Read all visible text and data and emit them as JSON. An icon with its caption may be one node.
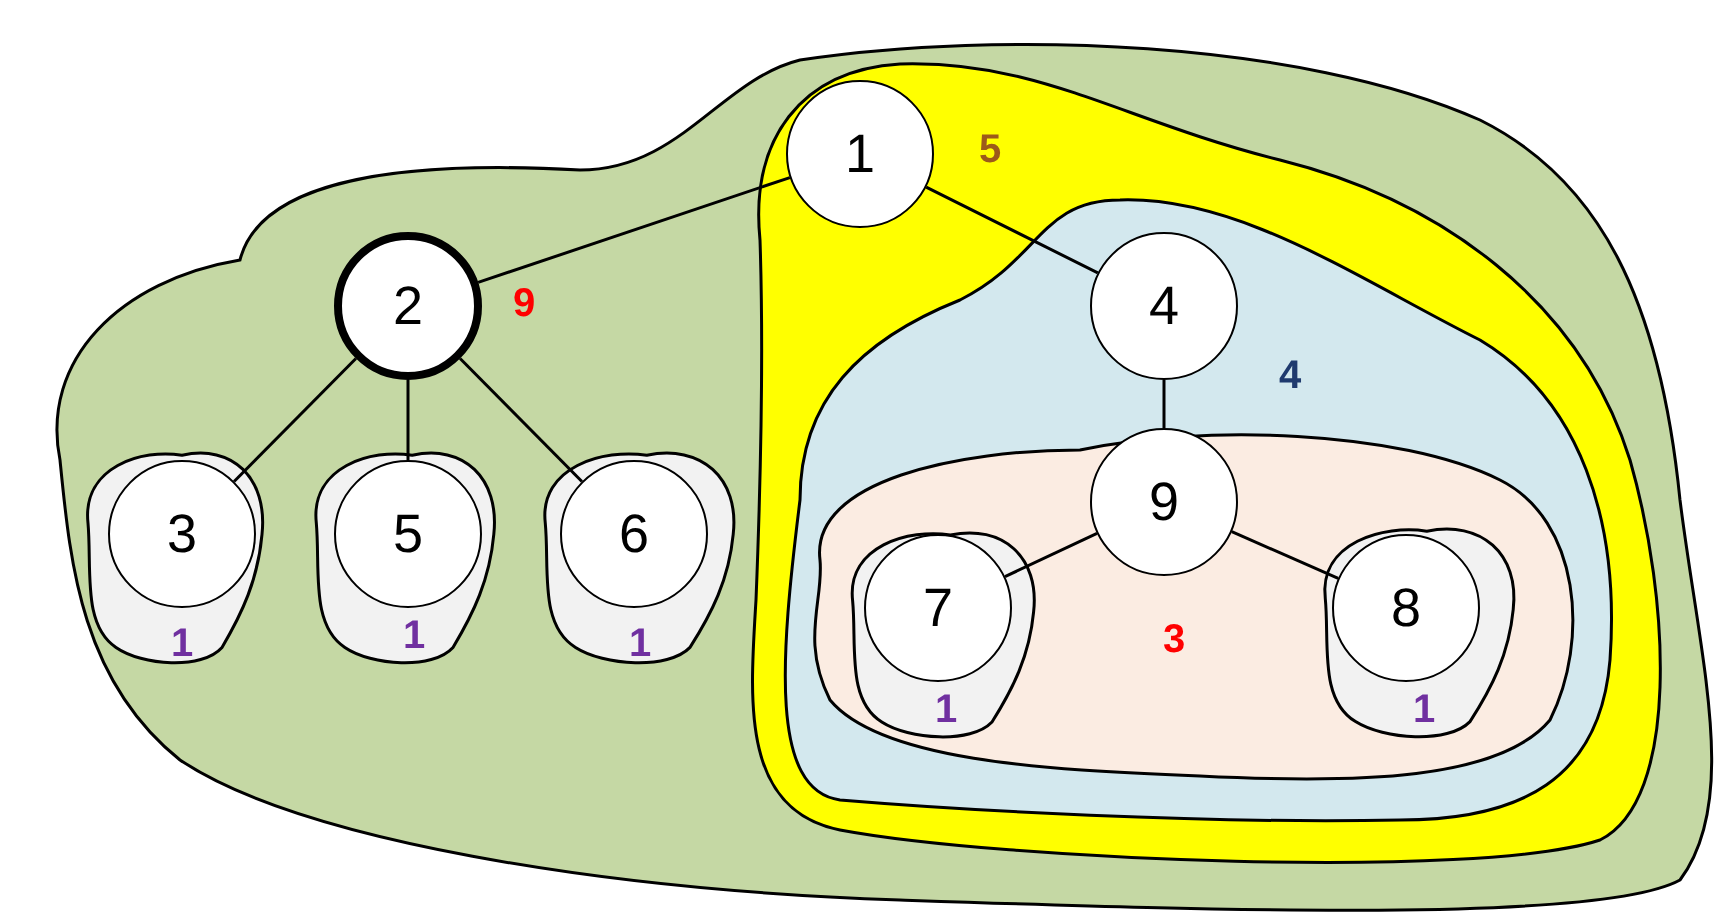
{
  "diagram": {
    "nodes": [
      {
        "text": [],
        "shape": "cloud"
      },
      {
        "text": [
          "2"
        ],
        "in": 0,
        "beside": [
          "9"
        ]
      },
      {
        "text": [
          "1"
        ],
        "in": 0
      },
      {
        "text": [
          "3"
        ],
        "in": 2
      },
      {
        "text": [
          "1"
        ],
        "in": 0
      },
      {
        "text": [
          "5"
        ],
        "in": 4
      },
      {
        "text": [
          "1"
        ],
        "in": 0
      },
      {
        "text": [
          "6"
        ],
        "in": 6
      },
      {
        "text": [
          "5"
        ],
        "in": 0
      },
      {
        "text": [
          "1"
        ],
        "in": 8
      },
      {
        "text": [
          "4"
        ],
        "in": 8
      },
      {
        "text": [
          "4"
        ],
        "in": 10
      },
      {
        "text": [
          "3"
        ],
        "in": 10
      },
      {
        "text": [
          "9"
        ],
        "in": 12
      },
      {
        "text": [
          "1"
        ],
        "in": 12
      },
      {
        "text": [
          "7"
        ],
        "in": 14
      },
      {
        "text": [
          "1"
        ],
        "in": 12
      },
      {
        "text": [
          "8"
        ],
        "in": 16
      }
    ],
    "edges": [
      {
        "from": 9,
        "to": 1,
        "arrow": "none"
      },
      {
        "from": 1,
        "to": 3,
        "arrow": "none"
      },
      {
        "from": 1,
        "to": 5,
        "arrow": "none"
      },
      {
        "from": 1,
        "to": 7,
        "arrow": "none"
      },
      {
        "from": 9,
        "to": 11,
        "arrow": "none"
      },
      {
        "from": 11,
        "to": 13,
        "arrow": "none"
      },
      {
        "from": 13,
        "to": 15,
        "arrow": "none"
      },
      {
        "from": 13,
        "to": 17,
        "arrow": "none"
      }
    ]
  }
}
